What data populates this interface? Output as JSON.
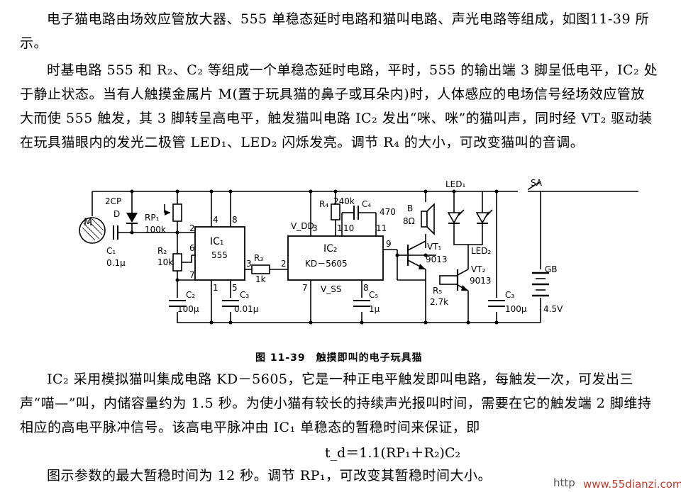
{
  "paragraphs": {
    "p1": "电子猫电路由场效应管放大器、555 单稳态延时电路和猫叫电路、声光电路等组成，如图11-39 所示。",
    "p2": "时基电路 555 和 R₂、C₂ 等组成一个单稳态延时电路，平时，555 的输出端 3 脚呈低电平，IC₂ 处于静止状态。当有人触摸金属片 M(置于玩具猫的鼻子或耳朵内)时，人体感应的电场信号经场效应管放大而使 555 触发，其 3 脚转呈高电平，触发猫叫电路 IC₂ 发出“咪、咪”的猫叫声，同时经 VT₂ 驱动装在玩具猫眼内的发光二极管 LED₁、LED₂ 闪烁发亮。调节 R₄ 的大小，可改变猫叫的音调。",
    "p3": "IC₂ 采用模拟猫叫集成电路 KD－5605，它是一种正电平触发即叫电路，每触发一次，可发出三声“喵—”叫，内储容量约为 1.5 秒。为使小猫有较长的持续声光报叫时间，需要在它的触发端 2 脚维持相应的高电平脉冲信号。该高电平脉冲由 IC₁ 单稳态的暂稳时间来保证，即",
    "formula": "t_d＝1.1(RP₁＋R₂)C₂",
    "p4": "图示参数的最大暂稳时间为 12 秒。调节 RP₁，可改变其暂稳时间大小。"
  },
  "figure": {
    "caption": "图 11-39　触摸即叫的电子玩具猫",
    "labels": {
      "m": "M",
      "d": "2CP",
      "d2": "D",
      "rp1": "RP₁",
      "rp1v": "100k",
      "c1": "C₁",
      "c1v": "0.1μ",
      "r2": "R₂",
      "r2v": "10k",
      "ic1": "IC₁",
      "ic1t": "555",
      "c2": "C₂",
      "c2v": "100μ",
      "c3a": "C₃",
      "c3av": "0.01μ",
      "r3": "R₃",
      "r3v": "1k",
      "ic2": "IC₂",
      "ic2t": "KD－5605",
      "vdd": "V_DD",
      "vss": "V_SS",
      "r4": "R₄",
      "r4v": "240k",
      "c4": "C₄",
      "c4v": "470",
      "c5": "C₅",
      "c5v": "1μ",
      "b": "B",
      "bv": "8Ω",
      "vt1": "VT₁",
      "vt1v": "9013",
      "vt2": "VT₂",
      "vt2v": "9013",
      "r5": "R₅",
      "r5v": "2.7k",
      "led1": "LED₁",
      "led2": "LED₂",
      "sa": "SA",
      "c3b": "C₃",
      "c3bv": "100μ",
      "gb": "GB",
      "gbv": "4.5V",
      "pin4": "4",
      "pin8": "8",
      "pin2": "2",
      "pin6": "6",
      "pin7": "7",
      "pin1": "1",
      "pin5": "5",
      "pin3": "3",
      "q3": "3",
      "q1": "1",
      "q10": "10",
      "q11": "11",
      "q2": "2",
      "q7": "7",
      "q8": "8",
      "q9": "9"
    }
  },
  "watermark": {
    "site": "www.55dianzi.com",
    "faint": "http"
  }
}
